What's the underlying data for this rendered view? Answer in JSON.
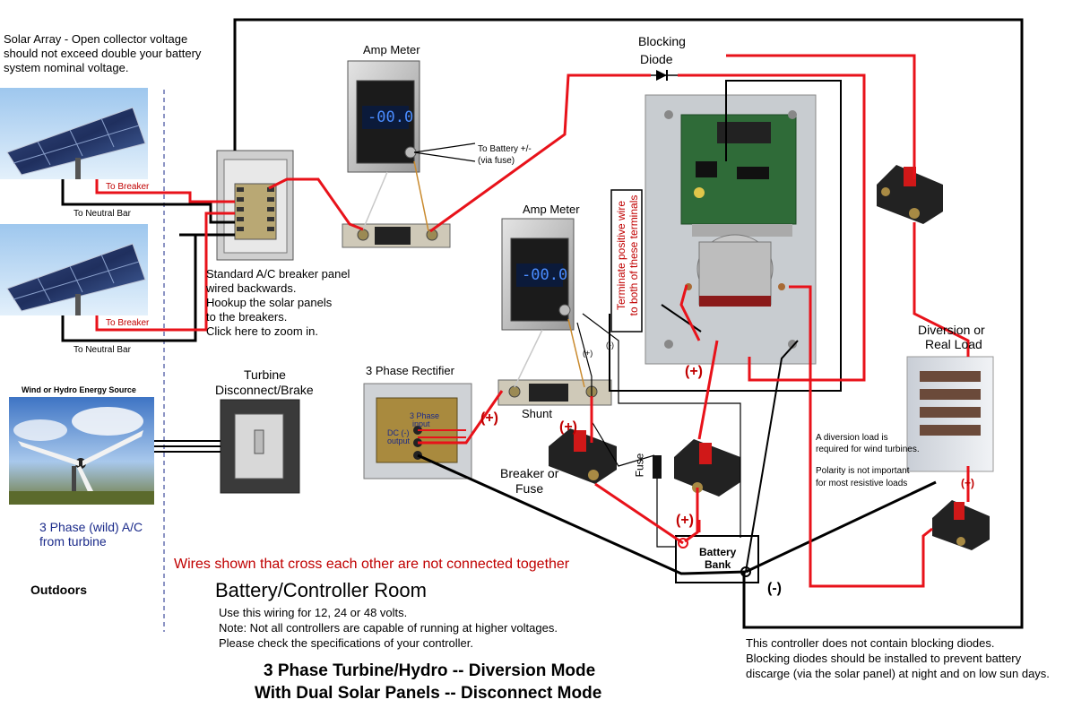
{
  "solar": {
    "note_line1": "Solar Array - Open collector voltage",
    "note_line2": "should not exceed double your battery",
    "note_line3": "system nominal voltage.",
    "to_breaker_1": "To Breaker",
    "to_neutral_1": "To Neutral Bar",
    "to_breaker_2": "To Breaker",
    "to_neutral_2": "To Neutral Bar"
  },
  "breaker_panel": {
    "line1": "Standard A/C breaker panel",
    "line2": "wired backwards.",
    "line3": "Hookup the solar panels",
    "line4": "to the breakers.",
    "line5": "Click here to zoom in."
  },
  "amp_meter_top": {
    "title": "Amp Meter",
    "display": "-00.0",
    "to_battery_1": "To Battery +/-",
    "to_battery_2": "(via fuse)"
  },
  "amp_meter_mid": {
    "title": "Amp Meter",
    "display": "-00.0",
    "plus": "(+)",
    "minus": "(-)"
  },
  "blocking_diode": {
    "line1": "Blocking",
    "line2": "Diode"
  },
  "terminate_note": {
    "line1": "Terminate positive wire",
    "line2": "to both of these terminals"
  },
  "wind": {
    "title": "Wind or Hydro Energy Source",
    "line1": "3 Phase (wild) A/C",
    "line2": "from turbine",
    "outdoors": "Outdoors"
  },
  "turbine_disconnect": {
    "line1": "Turbine",
    "line2": "Disconnect/Brake"
  },
  "rectifier": {
    "title": "3 Phase Rectifier",
    "plus": "(+)",
    "box_text_1": "3 Phase",
    "box_text_2": "input",
    "box_dc": "DC (-)",
    "box_dc2": "output"
  },
  "shunt": {
    "label": "Shunt"
  },
  "breaker_fuse": {
    "line1": "Breaker or",
    "line2": "Fuse",
    "plus": "(+)"
  },
  "fuse": {
    "label": "Fuse"
  },
  "controller": {
    "plus": "(+)"
  },
  "battery": {
    "line1": "Battery",
    "line2": "Bank",
    "plus": "(+)",
    "minus": "(-)"
  },
  "diversion": {
    "line1": "Diversion or",
    "line2": "Real Load",
    "note1": "A diversion load is",
    "note2": "required for wind turbines.",
    "note3": "Polarity is not important",
    "note4": "for most resistive loads",
    "plus": "(+)"
  },
  "warning": "Wires shown that cross each other are not connected together",
  "room": {
    "title": "Battery/Controller Room",
    "line1": "Use this wiring for 12, 24 or 48 volts.",
    "line2": "Note: Not all controllers are capable of running at higher voltages.",
    "line3": "Please check the specifications of your controller."
  },
  "blocking_note": {
    "line1": "This controller does not contain blocking diodes.",
    "line2": "Blocking diodes should be installed to prevent battery",
    "line3": "discarge (via the solar panel) at night and on low sun days."
  },
  "footer": {
    "line1": "3 Phase Turbine/Hydro -- Diversion Mode",
    "line2": "With Dual Solar Panels -- Disconnect Mode"
  },
  "colors": {
    "wire_positive": "#e8121a",
    "wire_negative": "#000000",
    "label_red": "#c00000",
    "label_blue": "#1a2a8a"
  }
}
